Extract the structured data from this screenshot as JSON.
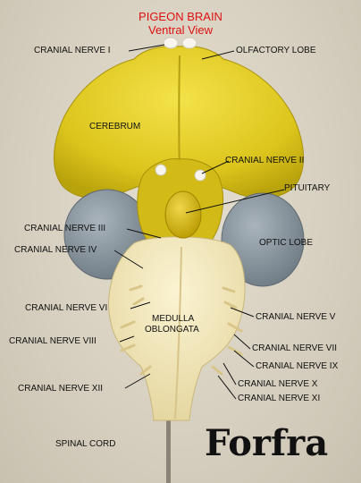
{
  "title": {
    "line1": "PIGEON BRAIN",
    "line2": "Ventral View"
  },
  "labels": {
    "cranial_nerve_i": "CRANIAL NERVE I",
    "olfactory_lobe": "OLFACTORY LOBE",
    "cerebrum": "CEREBRUM",
    "cranial_nerve_ii": "CRANIAL NERVE II",
    "pituitary": "PITUITARY",
    "cranial_nerve_iii": "CRANIAL NERVE III",
    "cranial_nerve_iv": "CRANIAL NERVE IV",
    "optic_lobe": "OPTIC LOBE",
    "cranial_nerve_vi": "CRANIAL NERVE VI",
    "medulla_line1": "MEDULLA",
    "medulla_line2": "OBLONGATA",
    "cranial_nerve_v": "CRANIAL NERVE V",
    "cranial_nerve_viii": "CRANIAL NERVE VIII",
    "cranial_nerve_vii": "CRANIAL NERVE VII",
    "cranial_nerve_ix": "CRANIAL NERVE IX",
    "cranial_nerve_x": "CRANIAL NERVE X",
    "cranial_nerve_xi": "CRANIAL NERVE XI",
    "cranial_nerve_xii": "CRANIAL NERVE XII",
    "spinal_cord": "SPINAL CORD"
  },
  "watermark": "Forfra",
  "colors": {
    "title": "#dd1111",
    "cerebrum": "#e2cf1e",
    "optic_lobe": "#8c98a0",
    "medulla": "#efe2b0",
    "pituitary": "#d8b400",
    "background": "#d9d2c4"
  }
}
